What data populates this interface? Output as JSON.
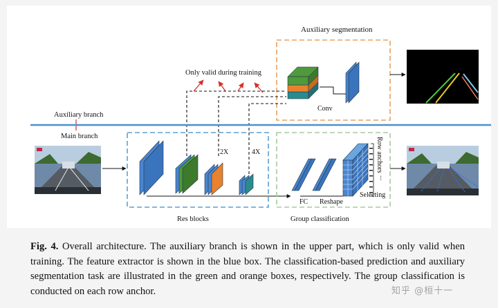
{
  "figure": {
    "labels": {
      "aux_segmentation": "Auxiliary segmentation",
      "only_valid": "Only valid during training",
      "aux_branch": "Auxiliary branch",
      "main_branch": "Main branch",
      "conv": "Conv",
      "res_blocks": "Res blocks",
      "group_classification": "Group classification",
      "fc": "FC",
      "reshape": "Reshape",
      "row_anchors": "Row anchors",
      "dots": "...",
      "selecting": "Selecting",
      "mult_2x": "2X",
      "mult_4x": "4X"
    },
    "colors": {
      "block_blue": "#4a86cf",
      "block_green": "#4f9a3a",
      "block_orange": "#e8822e",
      "block_teal": "#2b8c8c",
      "box_blue": "#5a9fd4",
      "box_orange": "#e8a060",
      "box_green": "#a8c8a0",
      "divider": "#4a90d0",
      "arrow_red": "#d83030"
    }
  },
  "caption": {
    "fig_label": "Fig. 4.",
    "text": "Overall architecture. The auxiliary branch is shown in the upper part, which is only valid when training. The feature extractor is shown in the blue box. The classification-based prediction and auxiliary segmentation task are illustrated in the green and orange boxes, respectively. The group classification is conducted on each row anchor."
  },
  "watermark": "知乎 @桓十一"
}
